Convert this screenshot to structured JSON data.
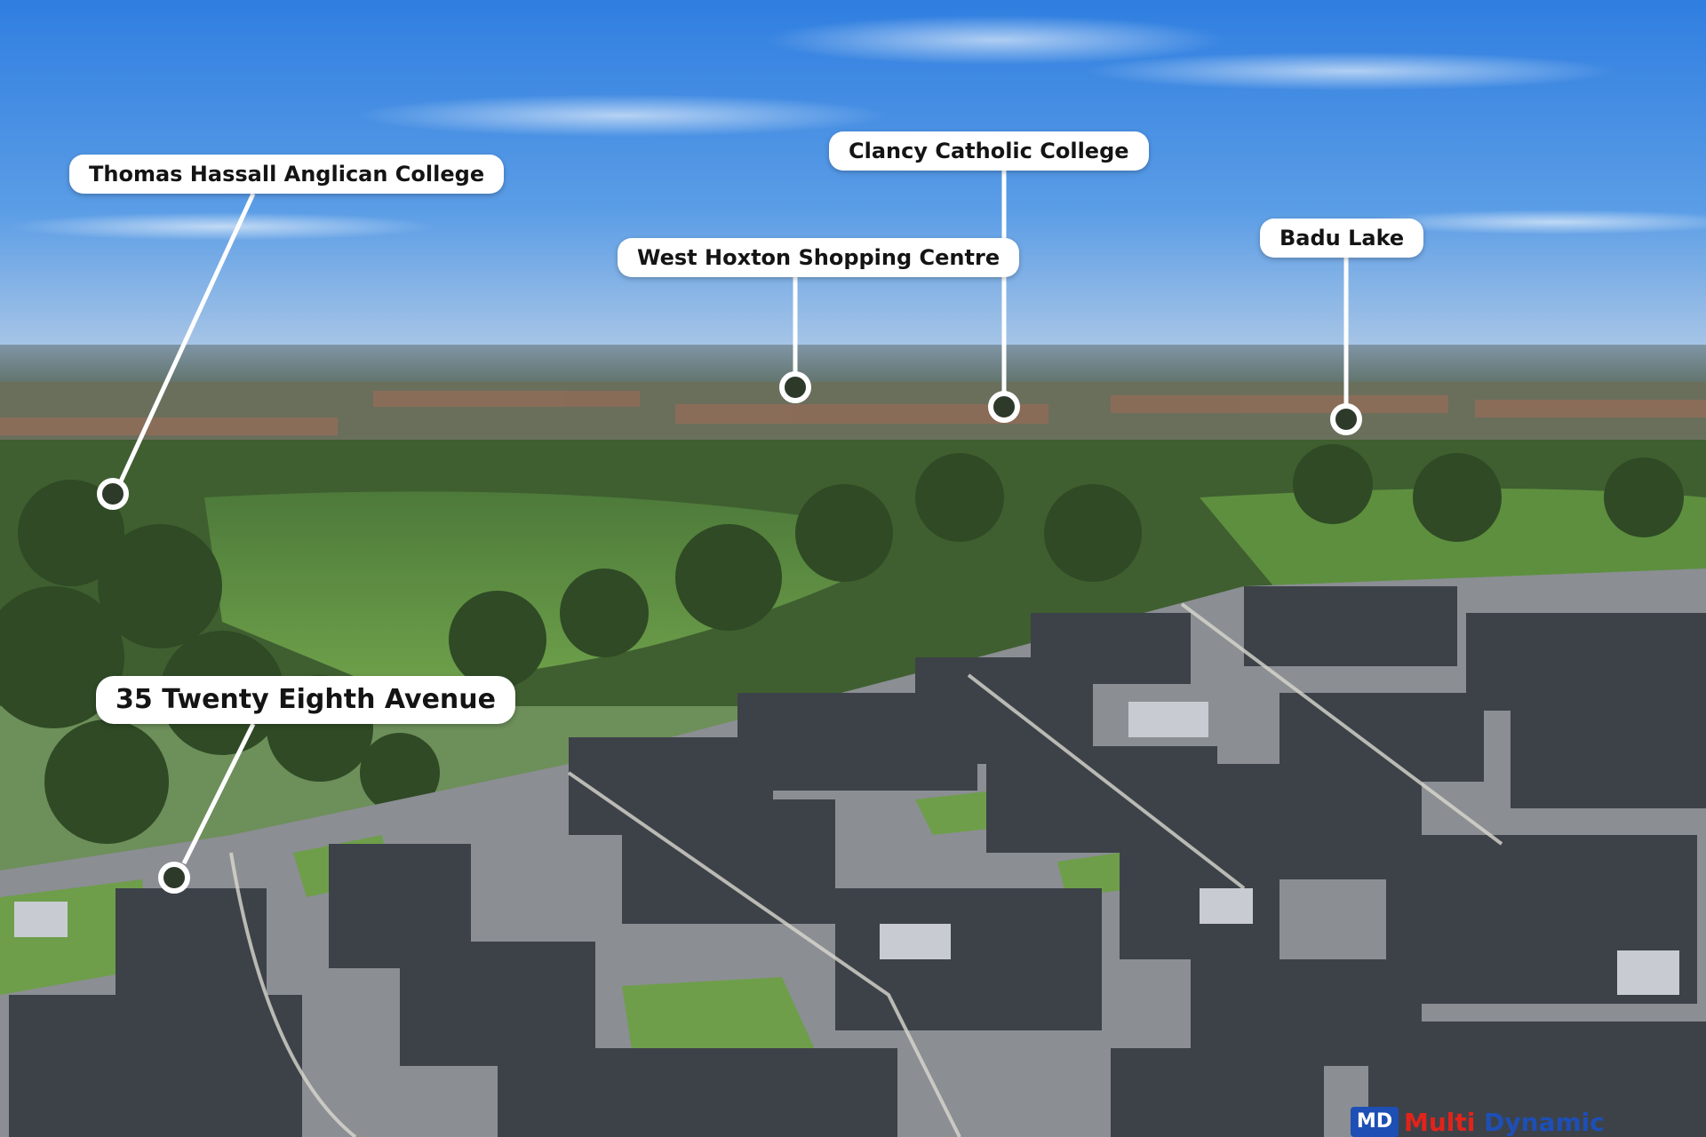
{
  "photo": {
    "description": "Aerial photograph of a suburban housing estate",
    "sky_color": "#4f92dc",
    "grass_color": "#6e9e4a",
    "road_color": "#8d9095",
    "roof_color": "#3d4249"
  },
  "callouts": [
    {
      "id": "thomas-hassall",
      "label": "Thomas Hassall Anglican College"
    },
    {
      "id": "clancy-catholic",
      "label": "Clancy Catholic College"
    },
    {
      "id": "west-hoxton",
      "label": "West Hoxton Shopping Centre"
    },
    {
      "id": "badu-lake",
      "label": "Badu Lake"
    },
    {
      "id": "property",
      "label": "35 Twenty Eighth Avenue"
    }
  ],
  "watermark": {
    "mark": "MD",
    "word_a": "Multi",
    "word_b": "Dynamic"
  }
}
